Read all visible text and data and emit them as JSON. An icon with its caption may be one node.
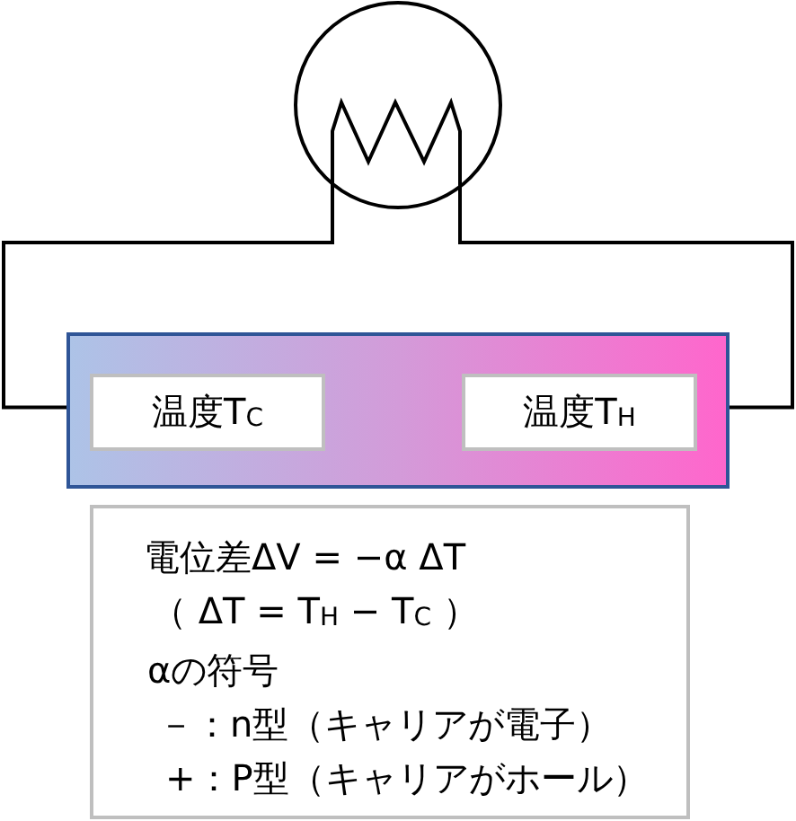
{
  "diagram": {
    "nodes": [
      {
        "text": [],
        "shape": "circle"
      },
      {
        "text": [],
        "shape": "bar"
      },
      {
        "text": [
          "温度T$_{C}$"
        ],
        "in": 1
      },
      {
        "text": [
          "温度T$_{H}$"
        ],
        "in": 1
      },
      {
        "text": [
          "電位差ΔV = −α ΔT",
          "（ ΔT = T$_{H}$ − T$_{C}$ ）",
          "αの符号",
          "－：n型（キャリアが電子）",
          "+：P型（キャリアがホール）"
        ]
      }
    ],
    "edges": [
      {
        "from": 0,
        "to": 1,
        "arrow": "none"
      },
      {
        "from": 0,
        "to": 1,
        "arrow": "none"
      }
    ]
  }
}
